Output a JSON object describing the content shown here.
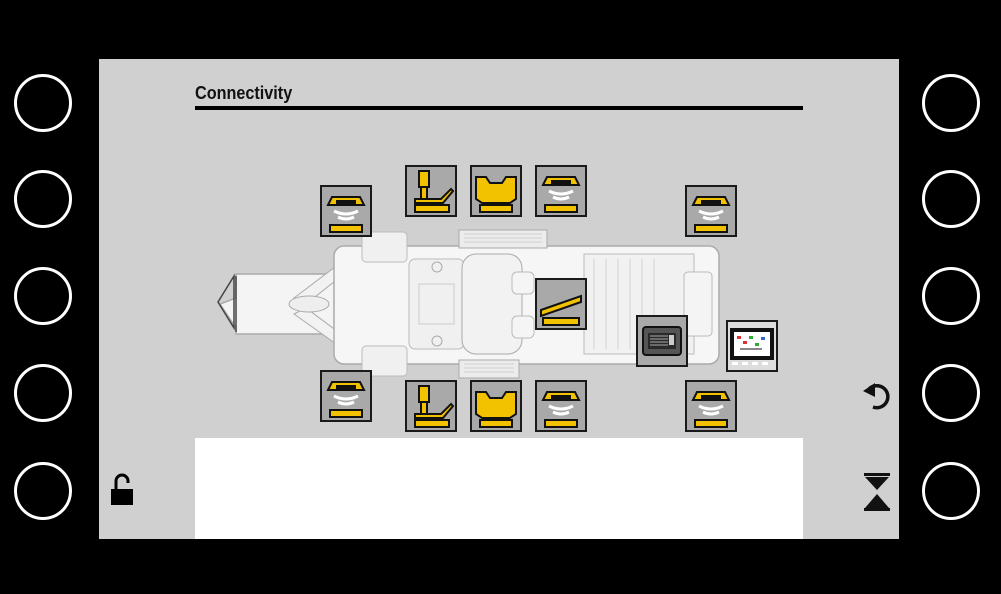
{
  "screen": {
    "title": "Connectivity",
    "message": ""
  },
  "softkeys": {
    "left": [
      "",
      "",
      "",
      "",
      ""
    ],
    "right": [
      "",
      "",
      "",
      "",
      ""
    ]
  },
  "colors": {
    "accent": "#f2c100",
    "tile_bg": "#a9a9a9",
    "screen_bg": "#d0d0d0",
    "bezel": "#000000"
  },
  "icons": {
    "unlock": "unlock-icon",
    "undo": "undo-icon",
    "collapse": "collapse-arrows-icon"
  },
  "tiles": [
    {
      "name": "tile-wireless-sensor-front-left-top",
      "icon": "wireless-sensor-icon"
    },
    {
      "name": "tile-joystick-top",
      "icon": "joystick-icon"
    },
    {
      "name": "tile-seat-top",
      "icon": "seat-icon"
    },
    {
      "name": "tile-wireless-sensor-top-center",
      "icon": "wireless-sensor-icon"
    },
    {
      "name": "tile-wireless-sensor-rear-right-top",
      "icon": "wireless-sensor-icon"
    },
    {
      "name": "tile-throttle-lever",
      "icon": "throttle-lever-icon"
    },
    {
      "name": "tile-control-module",
      "icon": "control-module-icon"
    },
    {
      "name": "tile-display-terminal",
      "icon": "display-terminal-icon"
    },
    {
      "name": "tile-wireless-sensor-front-left-bottom",
      "icon": "wireless-sensor-icon"
    },
    {
      "name": "tile-joystick-bottom",
      "icon": "joystick-icon"
    },
    {
      "name": "tile-seat-bottom",
      "icon": "seat-icon"
    },
    {
      "name": "tile-wireless-sensor-bottom-center",
      "icon": "wireless-sensor-icon"
    },
    {
      "name": "tile-wireless-sensor-rear-right-bottom",
      "icon": "wireless-sensor-icon"
    }
  ]
}
